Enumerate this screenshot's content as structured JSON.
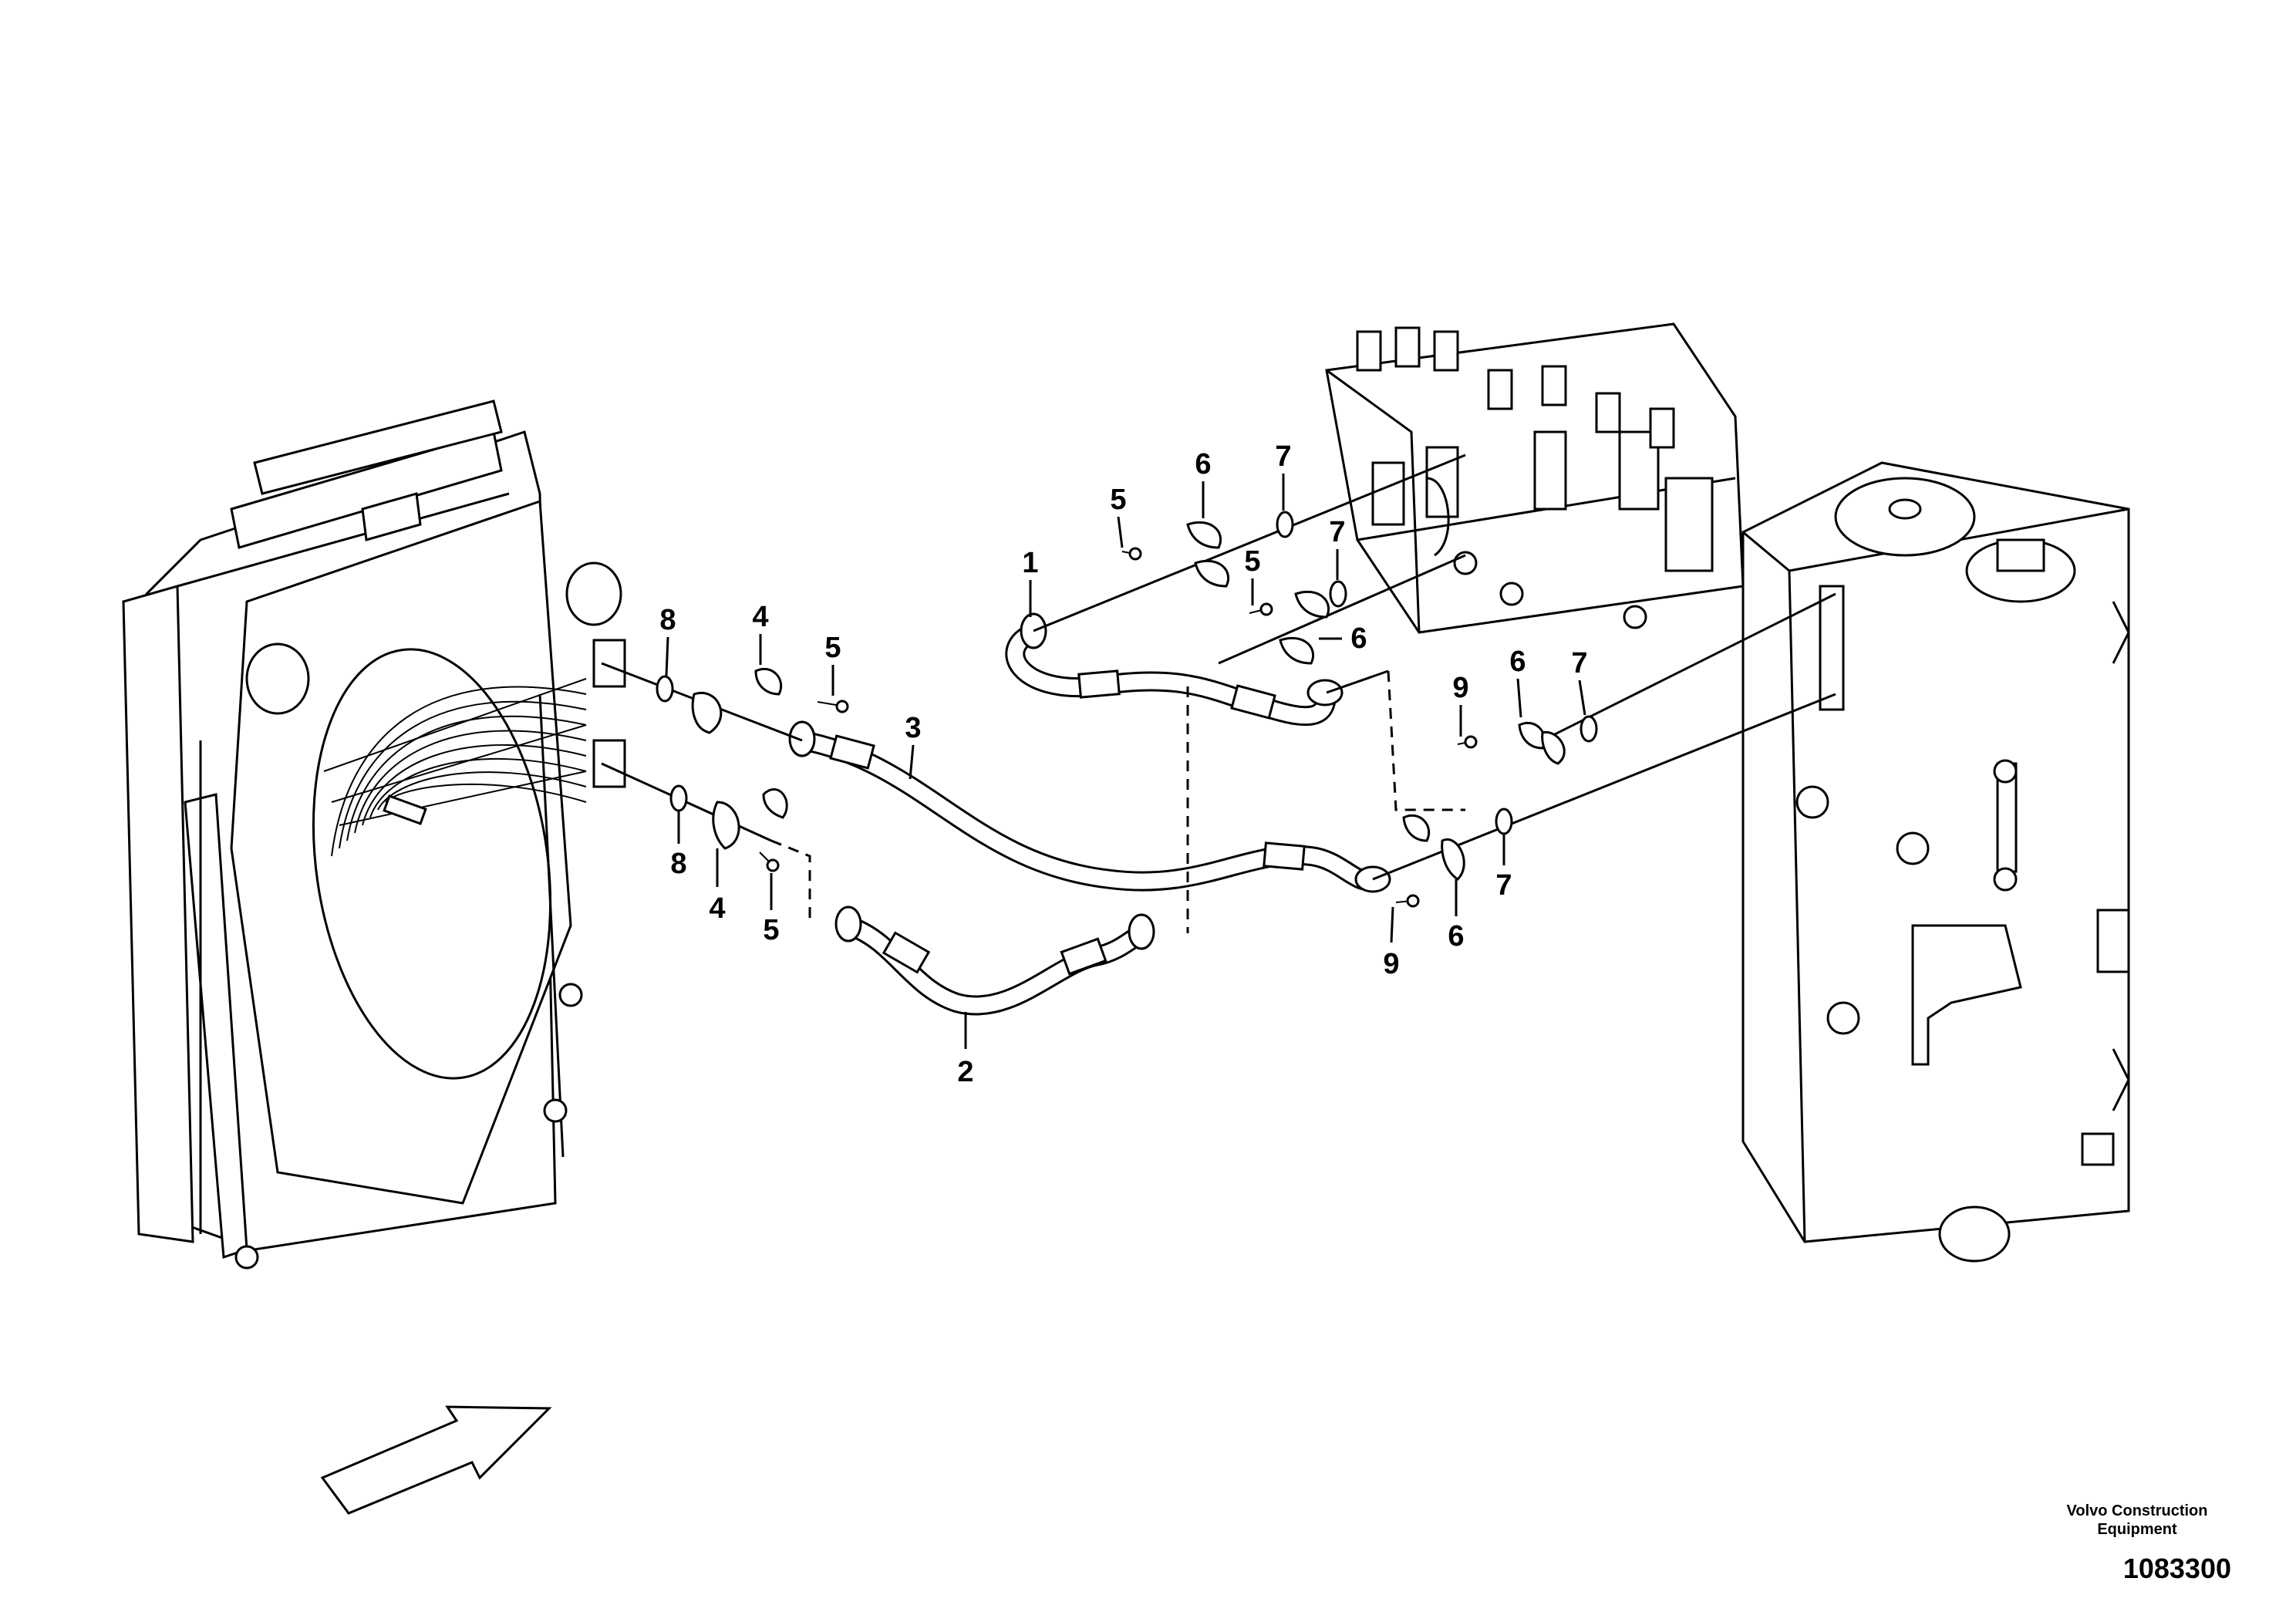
{
  "callouts": [
    {
      "label": "1"
    },
    {
      "label": "2"
    },
    {
      "label": "3"
    },
    {
      "label": "4"
    },
    {
      "label": "4"
    },
    {
      "label": "5"
    },
    {
      "label": "5"
    },
    {
      "label": "5"
    },
    {
      "label": "5"
    },
    {
      "label": "6"
    },
    {
      "label": "6"
    },
    {
      "label": "6"
    },
    {
      "label": "6"
    },
    {
      "label": "7"
    },
    {
      "label": "7"
    },
    {
      "label": "7"
    },
    {
      "label": "7"
    },
    {
      "label": "8"
    },
    {
      "label": "8"
    },
    {
      "label": "9"
    },
    {
      "label": "9"
    }
  ],
  "footer": {
    "brand_line1": "Volvo Construction",
    "brand_line2": "Equipment",
    "document_number": "1083300"
  },
  "icons": {
    "direction_arrow": "arrow-up-right-icon"
  }
}
